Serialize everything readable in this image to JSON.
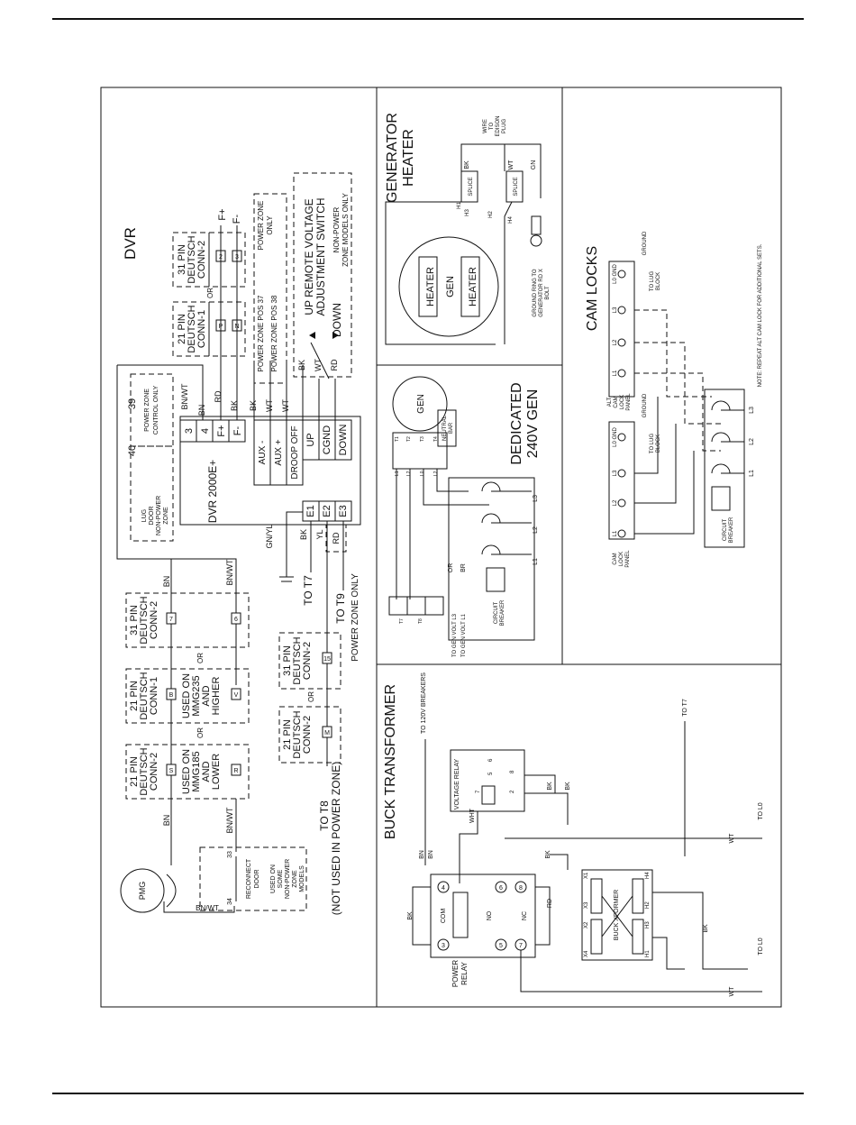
{
  "sections": {
    "dvr": "DVR",
    "generator_heater": [
      "GENERATOR",
      "HEATER"
    ],
    "dedicated": [
      "DEDICATED",
      "240V GEN"
    ],
    "cam_locks": "CAM LOCKS",
    "buck_transformer": "BUCK TRANSFORMER"
  },
  "dvr": {
    "connectors": {
      "c31_top": [
        "31 PIN",
        "DEUTSCH",
        "CONN-2"
      ],
      "c21_top": [
        "21 PIN",
        "DEUTSCH",
        "CONN-1"
      ],
      "c31_bn": [
        "31 PIN",
        "DEUTSCH",
        "CONN-2"
      ],
      "c21_mid": [
        "21 PIN",
        "DEUTSCH",
        "CONN-1"
      ],
      "c21_low": [
        "21 PIN",
        "DEUTSCH",
        "CONN-2"
      ],
      "c31_t9": [
        "31 PIN",
        "DEUTSCH",
        "CONN-2"
      ],
      "c21_t8": [
        "21 PIN",
        "DEUTSCH",
        "CONN-2"
      ]
    },
    "or": "OR",
    "pins": {
      "p2": "2",
      "p3": "3",
      "pP": "P",
      "pN": "N",
      "p7": "7",
      "p6": "6",
      "pB": "B",
      "pV": "V",
      "pS": "S",
      "pR": "R",
      "p15": "15",
      "pM": "M"
    },
    "used_on_high": [
      "USED ON",
      "MMG235",
      "AND",
      "HIGHER"
    ],
    "used_on_low": [
      "USED ON",
      "MMG185",
      "AND",
      "LOWER"
    ],
    "fplus": "F+",
    "fminus": "F-",
    "power_zone_only": [
      "POWER ZONE",
      "ONLY"
    ],
    "pz_pos37": "POWER ZONE POS 37",
    "pz_pos38": "POWER ZONE POS 38",
    "remote_switch": [
      "UP   REMOTE VOLTAGE",
      "ADJUSTMENT SWITCH"
    ],
    "down": "DOWN",
    "non_power_zone": [
      "NON-POWER",
      "ZONE MODELS ONLY"
    ],
    "pz_control": [
      "POWER ZONE",
      "CONTROL ONLY"
    ],
    "t39": "39",
    "t40": "40",
    "lug_door": [
      "LUG",
      "DOOR",
      "NON-POWER",
      "ZONE"
    ],
    "reg": {
      "name": "DVR 2000E+",
      "terms": [
        "3",
        "4",
        "F+",
        "F-"
      ],
      "aux": [
        "AUX -",
        "AUX +",
        "DROOP OFF"
      ],
      "sw": [
        "UP",
        "CGND",
        "DOWN"
      ],
      "e": [
        "E1",
        "E2",
        "E3"
      ]
    },
    "wires": {
      "bnwt": "BN/WT",
      "bn": "BN",
      "rd": "RD",
      "bk": "BK",
      "wt": "WT",
      "gnyl": "GN/YL",
      "yl": "YL"
    },
    "to_t7": "TO T7",
    "to_t9": "TO T9",
    "pz_only": "POWER ZONE ONLY",
    "to_t8": [
      "TO T8",
      "(NOT USED IN POWER ZONE)"
    ],
    "pmg": "PMG",
    "t33": "33",
    "t34": "34",
    "reconnect": [
      "RECONNECT",
      "DOOR"
    ],
    "used_on_some": [
      "USED ON",
      "SOME",
      "NON-POWER",
      "ZONE",
      "MODELS"
    ]
  },
  "heater": {
    "wire_to_edison": [
      "WIRE",
      "TO",
      "EDISON",
      "PLUG"
    ],
    "bk": "BK",
    "wt": "WT",
    "gn": "GN",
    "splice": "SPLICE",
    "h1": "H1",
    "h2": "H2",
    "h3": "H3",
    "h4": "H4",
    "heater": "HEATER",
    "gen": "GEN",
    "ground_ring": [
      "GROUND RING TO",
      "GENERATOR RD X",
      "BOLT"
    ]
  },
  "dedicated": {
    "gen": "GEN",
    "neutral": [
      "NEUTRAL",
      "BAR"
    ],
    "t_terms": [
      "T1",
      "T2",
      "T3",
      "T4"
    ],
    "l_terms": [
      "L1",
      "L2",
      "L0",
      "L2"
    ],
    "l1": "L1",
    "l2": "L2",
    "l3": "L3",
    "or": "OR",
    "br": "BR",
    "breaker": [
      "CIRCUIT",
      "BREAKER"
    ],
    "t7": "T7",
    "t8": "T8",
    "to_l3": "TO GEN VOLT L3",
    "to_l1": "TO GEN VOLT L1"
  },
  "camlocks": {
    "ground": "GROUND",
    "to_lug": [
      "TO LUG",
      "BLOCK"
    ],
    "l0gnd": "L0 GND",
    "l3": "L3",
    "l2": "L2",
    "l1": "L1",
    "alt_panel": [
      "ALT",
      "CAM",
      "LOCK",
      "PANEL"
    ],
    "cam_panel": [
      "CAM",
      "LOCK",
      "PANEL"
    ],
    "breaker": [
      "CIRCUIT",
      "BREAKER"
    ],
    "note": "NOTE: REPEAT ALT CAM LOCK FOR ADDITIONAL SETS."
  },
  "buck": {
    "to_120v": "TO 120V BREAKERS",
    "to_t7": "TO T7",
    "voltage_relay": "VOLTAGE RELAY",
    "r6": "6",
    "r5": "5",
    "r8": "8",
    "r7": "7",
    "r2": "2",
    "bk": "BK",
    "bn": "BN",
    "wht": "WHT",
    "rd": "RD",
    "wt": "WT",
    "to_l0": "TO L0",
    "power_relay": [
      "POWER",
      "RELAY"
    ],
    "com": "COM",
    "no": "NO",
    "nc": "NC",
    "pins": [
      "4",
      "3",
      "6",
      "5",
      "8",
      "7"
    ],
    "xformer": "BUCK XFORMER",
    "x": [
      "X1",
      "X2",
      "X3",
      "X4"
    ],
    "h": [
      "H1",
      "H2",
      "H3",
      "H4"
    ]
  }
}
